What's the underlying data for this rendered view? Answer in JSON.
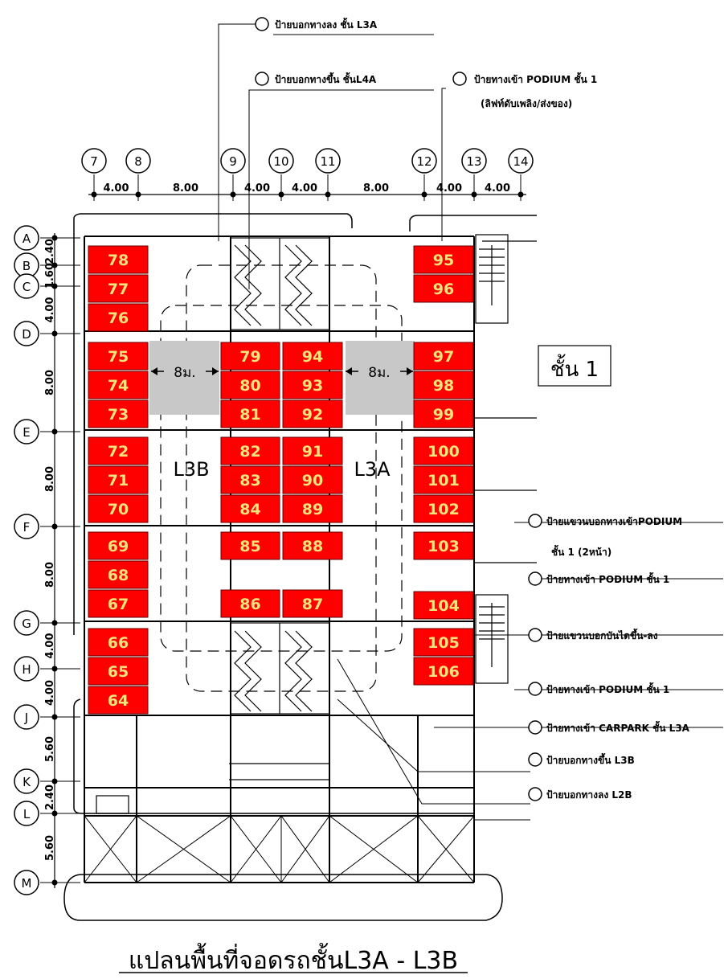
{
  "title": "แปลนพื้นที่จอดรถชั้นL3A - L3B",
  "floor_box": "ชั้น 1",
  "zones": {
    "left": "L3B",
    "right": "L3A"
  },
  "gap_label": "8ม.",
  "columns": [
    {
      "id": "7"
    },
    {
      "id": "8"
    },
    {
      "id": "9"
    },
    {
      "id": "10"
    },
    {
      "id": "11"
    },
    {
      "id": "12"
    },
    {
      "id": "13"
    },
    {
      "id": "14"
    }
  ],
  "column_dims": [
    "4.00",
    "8.00",
    "4.00",
    "4.00",
    "8.00",
    "4.00",
    "4.00"
  ],
  "rows": [
    {
      "id": "A"
    },
    {
      "id": "B"
    },
    {
      "id": "C"
    },
    {
      "id": "D"
    },
    {
      "id": "E"
    },
    {
      "id": "F"
    },
    {
      "id": "G"
    },
    {
      "id": "H"
    },
    {
      "id": "J"
    },
    {
      "id": "K"
    },
    {
      "id": "L"
    },
    {
      "id": "M"
    }
  ],
  "row_dims": [
    "2.40",
    "1.60",
    "4.00",
    "8.00",
    "8.00",
    "8.00",
    "4.00",
    "4.00",
    "5.60",
    "2.40",
    "5.60"
  ],
  "slots": {
    "col1": [
      "78",
      "77",
      "76",
      "75",
      "74",
      "73",
      "72",
      "71",
      "70",
      "69",
      "68",
      "67",
      "66",
      "65",
      "64"
    ],
    "col2": [
      "79",
      "80",
      "81",
      "82",
      "83",
      "84",
      "85",
      "86"
    ],
    "col3": [
      "94",
      "93",
      "92",
      "91",
      "90",
      "89",
      "88",
      "87"
    ],
    "col4": [
      "95",
      "96",
      "97",
      "98",
      "99",
      "100",
      "101",
      "102",
      "103",
      "104",
      "105",
      "106"
    ]
  },
  "notes": {
    "top1": "ป้ายบอกทางลง ชั้น L3A",
    "top2": "ป้ายบอกทางขึ้น ชั้นL4A",
    "top3a": "ป้ายทางเข้า PODIUM ชั้น 1",
    "top3b": "(ลิฟท์ดับเพลิง/ส่งของ)",
    "r1a": "ป้ายแขวนบอกทางเข้าPODIUM",
    "r1b": "ชั้น 1 (2หน้า)",
    "r2": "ป้ายทางเข้า PODIUM ชั้น 1",
    "r3": "ป้ายแขวนบอกบันไดขึ้น-ลง",
    "r4": "ป้ายทางเข้า PODIUM ชั้น 1",
    "r5": "ป้ายทางเข้า CARPARK ชั้น L3A",
    "r6": "ป้ายบอกทางขึ้น L3B",
    "r7": "ป้ายบอกทางลง L2B"
  },
  "colors": {
    "slot_fill": "#ff0000",
    "slot_text": "#f4e27a",
    "gap_fill": "#c8c8c8",
    "line": "#000000"
  }
}
